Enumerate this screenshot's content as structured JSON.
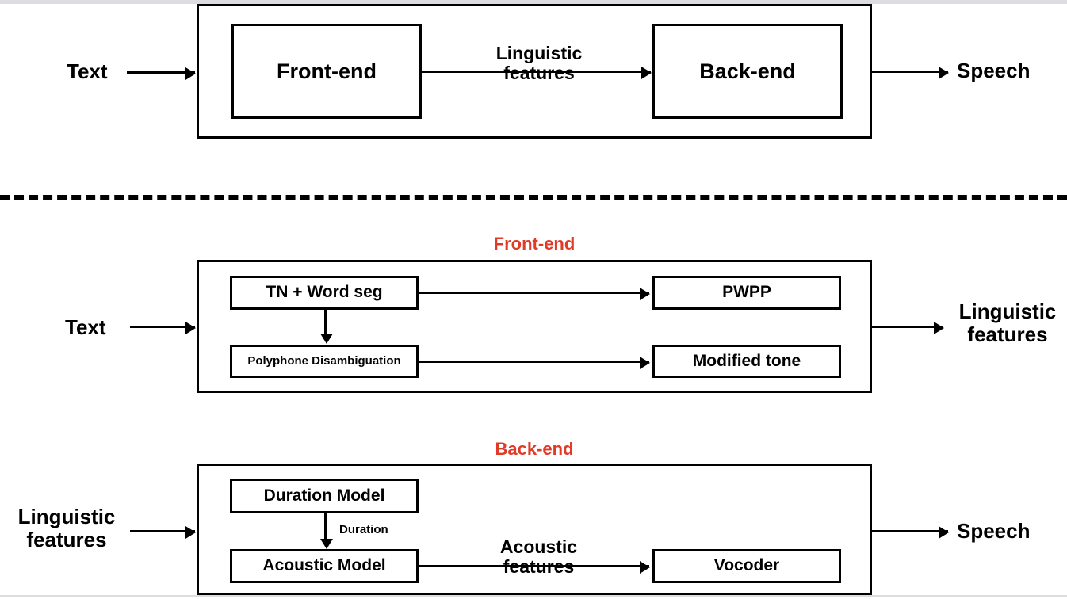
{
  "figure": {
    "title": "Text-to-Speech pipeline: overview and expanded front-end / back-end",
    "accent_red": "#DF3B26",
    "stroke_black": "#000000",
    "background": "#FFFFFF"
  },
  "overview": {
    "input_label": "Text",
    "output_label": "Speech",
    "blocks": [
      {
        "label": "Front-end"
      },
      {
        "label": "Back-end"
      }
    ],
    "edge_label_line1": "Linguistic",
    "edge_label_line2": "features"
  },
  "divider": {
    "style": "dashed"
  },
  "frontend": {
    "section_title": "Front-end",
    "input_label": "Text",
    "output_label_line1": "Linguistic",
    "output_label_line2": "features",
    "blocks": [
      {
        "label": "TN + Word seg"
      },
      {
        "label": "PWPP"
      },
      {
        "label": "Polyphone  Disambiguation"
      },
      {
        "label": "Modified tone"
      }
    ]
  },
  "backend": {
    "section_title": "Back-end",
    "input_label_line1": "Linguistic",
    "input_label_line2": "features",
    "output_label": "Speech",
    "blocks": [
      {
        "label": "Duration Model"
      },
      {
        "label": "Acoustic Model"
      },
      {
        "label": "Vocoder"
      }
    ],
    "duration_edge_label": "Duration",
    "acoustic_edge_label_line1": "Acoustic",
    "acoustic_edge_label_line2": "features"
  }
}
